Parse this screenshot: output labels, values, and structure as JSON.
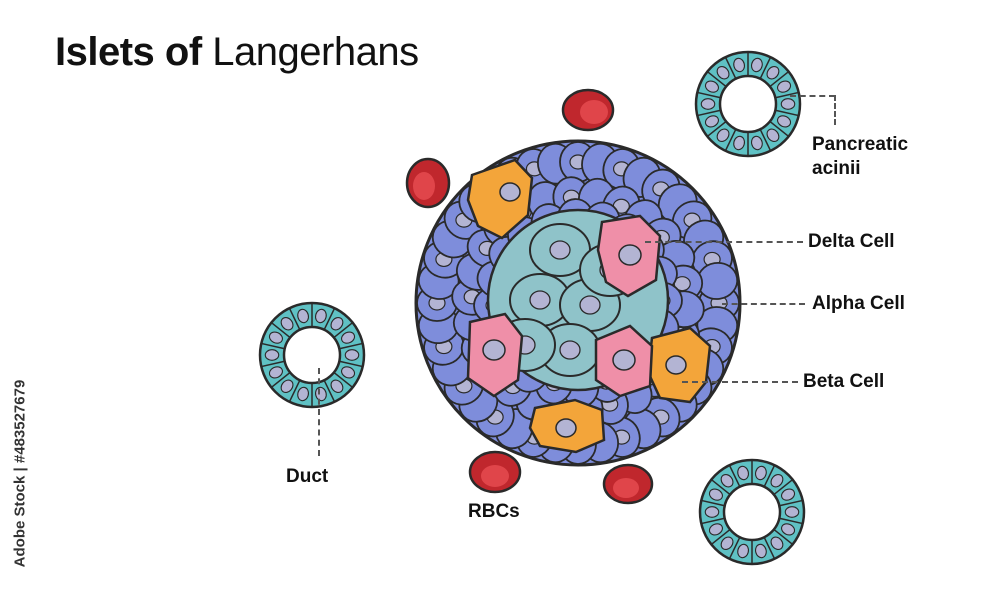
{
  "title": {
    "bold": "Islets of",
    "light": "Langerhans"
  },
  "labels": {
    "pancreatic_acinii": "Pancreatic\nacinii",
    "pancreatic_line1": "Pancreatic",
    "pancreatic_line2": "acinii",
    "delta_cell": "Delta Cell",
    "alpha_cell": "Alpha Cell",
    "beta_cell": "Beta Cell",
    "duct": "Duct",
    "rbcs": "RBCs"
  },
  "credit": "Adobe Stock | #483527679",
  "colors": {
    "alpha": "#7e8ddb",
    "beta": "#f3a53a",
    "delta": "#ef8fa8",
    "core": "#8fc3c9",
    "acinus": "#5fc1c4",
    "rbc": "#c0272d",
    "nucleus": "#b3b4d3",
    "outline": "#2a2a2a"
  }
}
